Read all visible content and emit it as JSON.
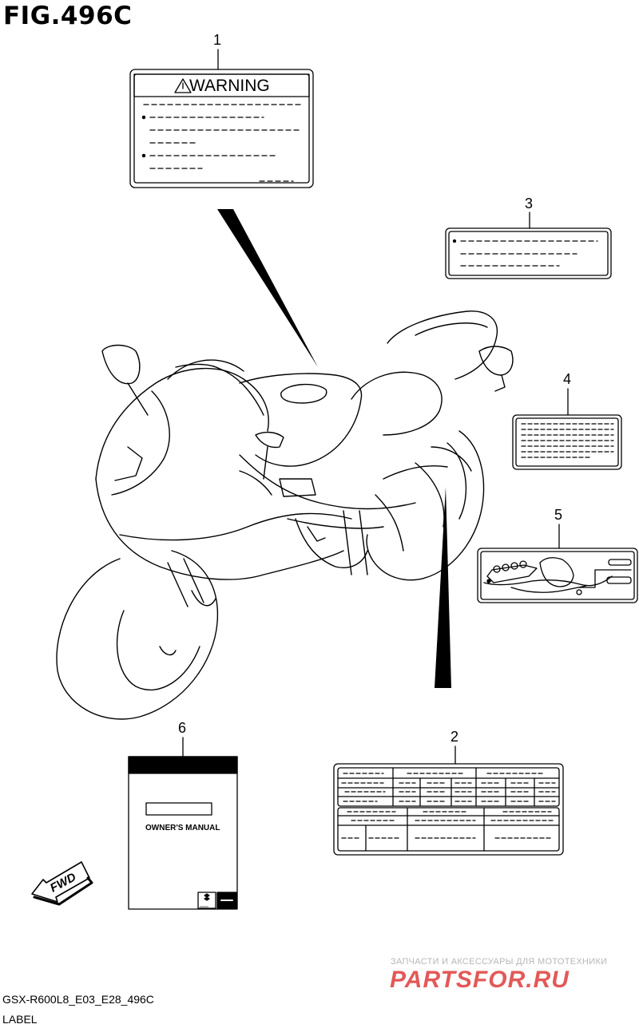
{
  "figure": {
    "title": "FIG.496C"
  },
  "callouts": {
    "c1": "1",
    "c2": "2",
    "c3": "3",
    "c4": "4",
    "c5": "5",
    "c6": "6"
  },
  "labels": {
    "warning_label": {
      "heading": "WARNING"
    },
    "manual": {
      "title": "OWNER'S MANUAL",
      "brand": "SUZUKI"
    },
    "fwd": "FWD"
  },
  "footer": {
    "model_code": "GSX-R600L8_E03_E28_496C",
    "section": "LABEL"
  },
  "watermark": {
    "tagline": "ЗАПЧАСТИ И АКСЕССУАРЫ ДЛЯ МОТОТЕХНИКИ",
    "logo": "PARTSFOR.RU"
  },
  "colors": {
    "line": "#000000",
    "watermark": "#e04848"
  }
}
